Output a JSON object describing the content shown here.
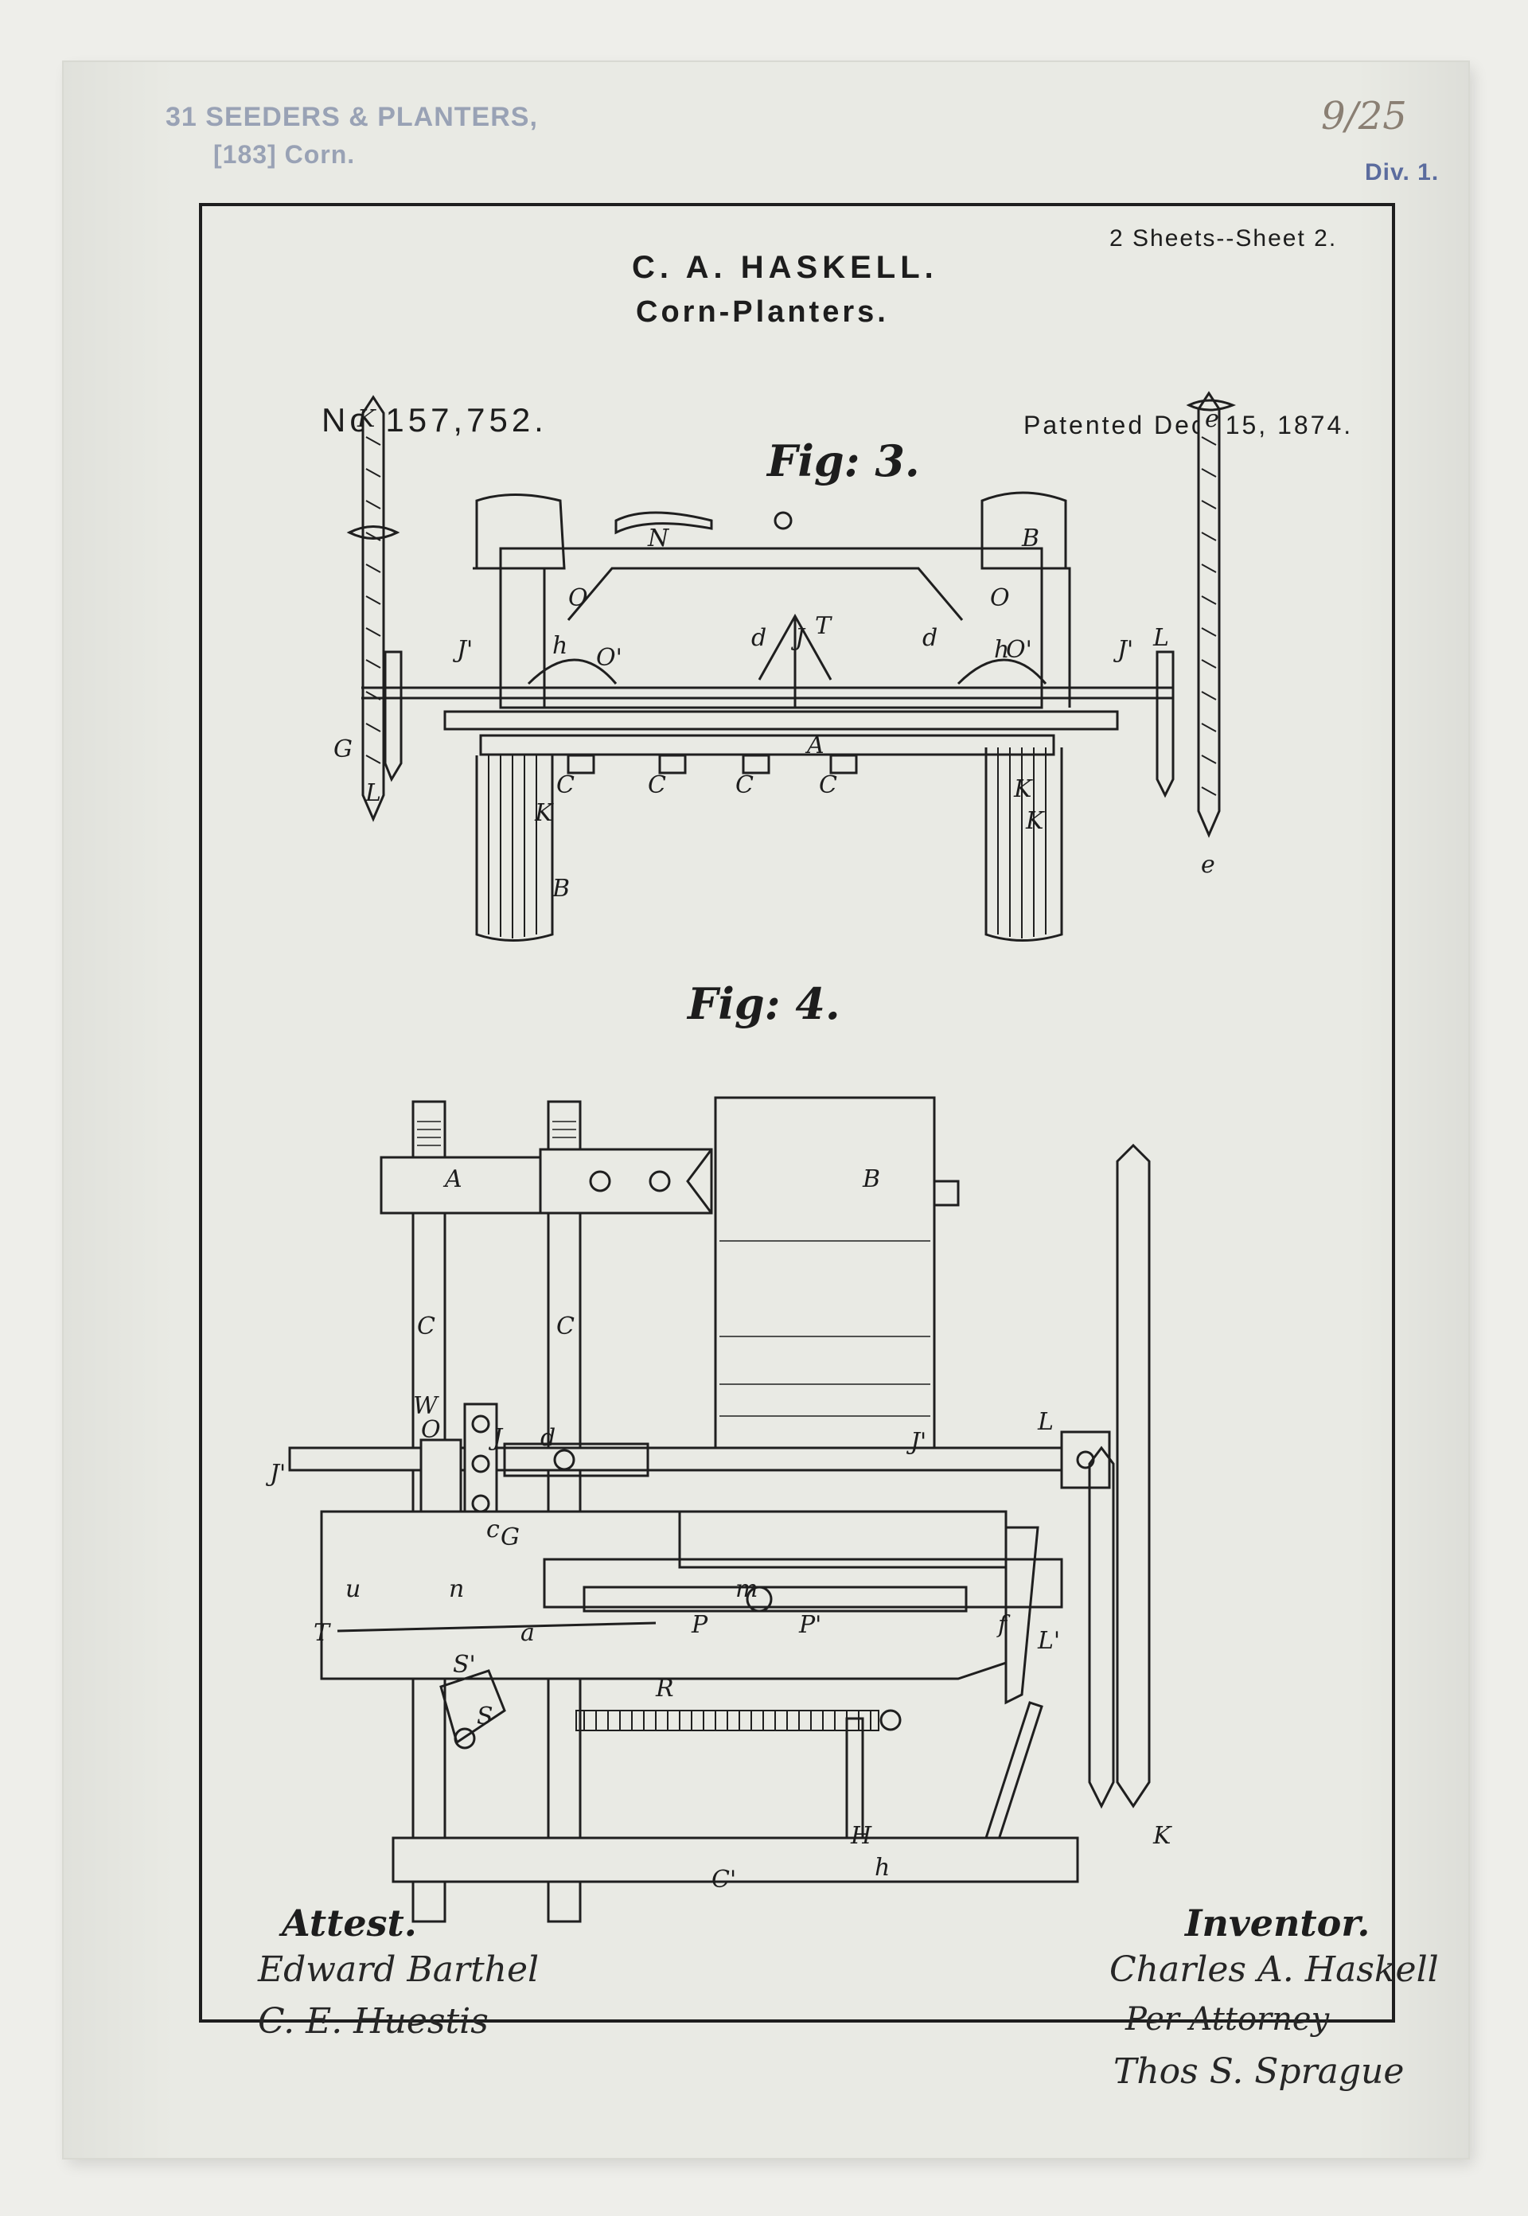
{
  "stamps": {
    "class_line": "31 SEEDERS & PLANTERS,",
    "subclass_line": "[183] Corn.",
    "division": "Div. 1.",
    "pencil_note": "9/25"
  },
  "header": {
    "sheets": "2 Sheets--Sheet 2.",
    "inventor_name": "C. A. HASKELL.",
    "title": "Corn-Planters.",
    "patent_number": "No.157,752.",
    "patent_date": "Patented Dec. 15, 1874."
  },
  "figures": {
    "fig3_label": "Fig: 3.",
    "fig4_label": "Fig: 4."
  },
  "fig3_letters": [
    "K",
    "e",
    "N",
    "B",
    "O",
    "O",
    "J'",
    "h",
    "O'",
    "d",
    "J",
    "T",
    "d",
    "h",
    "O'",
    "J'",
    "L",
    "A",
    "G",
    "C",
    "C",
    "C",
    "C",
    "L",
    "K",
    "B",
    "K",
    "K",
    "e"
  ],
  "fig4_letters": [
    "A",
    "B",
    "C",
    "C",
    "W",
    "O",
    "J",
    "d",
    "J'",
    "J'",
    "L",
    "G",
    "c",
    "n",
    "u",
    "T",
    "a",
    "m",
    "P",
    "P'",
    "f",
    "L'",
    "S'",
    "R",
    "S",
    "H",
    "h",
    "C'",
    "K"
  ],
  "signatures": {
    "attest_heading": "Attest.",
    "witness_1": "Edward Barthel",
    "witness_2": "C. E. Huestis",
    "inventor_heading": "Inventor.",
    "inventor_signature": "Charles A. Haskell",
    "per_attorney": "Per Attorney",
    "attorney_signature": "Thos S. Sprague"
  }
}
